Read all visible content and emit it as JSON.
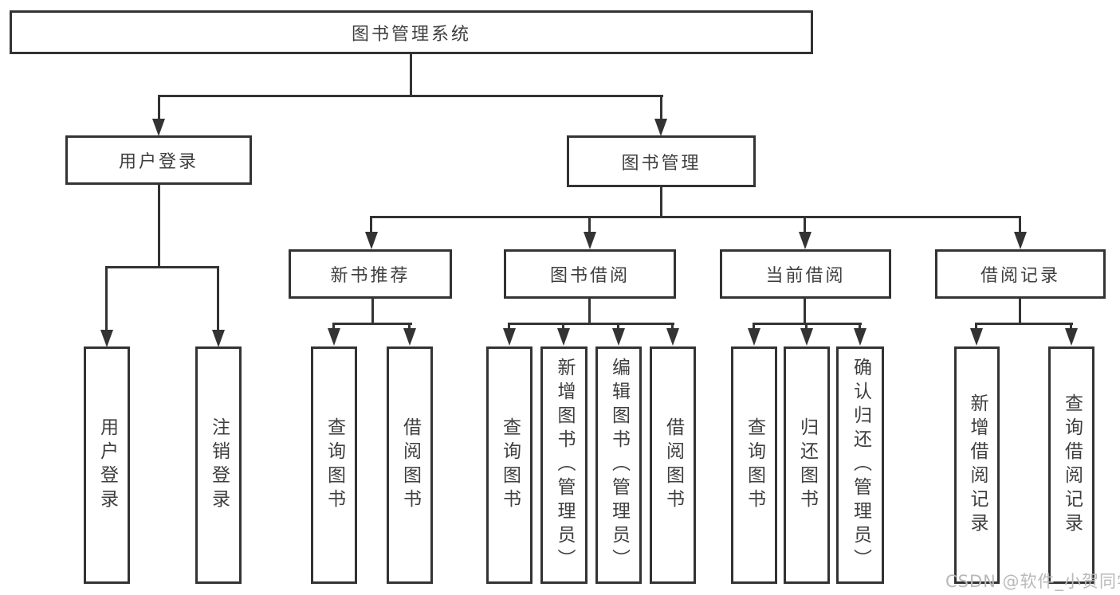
{
  "tree": {
    "root": {
      "label": "图书管理系统",
      "children": [
        {
          "label": "用户登录",
          "children": [
            {
              "label": "用户登录"
            },
            {
              "label": "注销登录"
            }
          ]
        },
        {
          "label": "图书管理",
          "children": [
            {
              "label": "新书推荐",
              "children": [
                {
                  "label": "查询图书"
                },
                {
                  "label": "借阅图书"
                }
              ]
            },
            {
              "label": "图书借阅",
              "children": [
                {
                  "label": "查询图书"
                },
                {
                  "label": "新增图书（管理员）"
                },
                {
                  "label": "编辑图书（管理员）"
                },
                {
                  "label": "借阅图书"
                }
              ]
            },
            {
              "label": "当前借阅",
              "children": [
                {
                  "label": "查询图书"
                },
                {
                  "label": "归还图书"
                },
                {
                  "label": "确认归还（管理员）"
                }
              ]
            },
            {
              "label": "借阅记录",
              "children": [
                {
                  "label": "新增借阅记录"
                },
                {
                  "label": "查询借阅记录"
                }
              ]
            }
          ]
        }
      ]
    }
  },
  "watermark": {
    "text": "CSDN @软件_小贺同学"
  },
  "colors": {
    "line": "#333333",
    "text": "#3f3f3f",
    "background": "#ffffff",
    "watermark": "#b9b9b9"
  }
}
